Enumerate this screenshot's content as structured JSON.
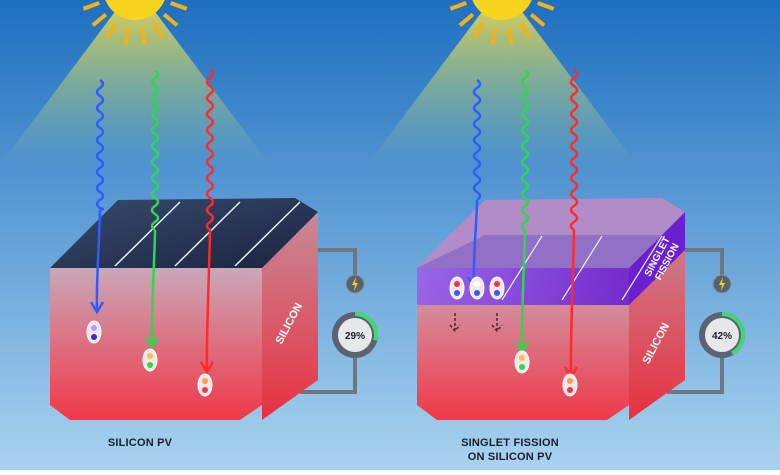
{
  "panels": [
    {
      "caption_line1": "SILICON PV",
      "caption_line2": "",
      "block_label": "SILICON",
      "efficiency": "29%",
      "efficiency_fraction": 0.29,
      "has_fission_layer": false
    },
    {
      "caption_line1": "SINGLET FISSION",
      "caption_line2": "ON SILICON PV",
      "block_label": "SILICON",
      "layer_label_line1": "SINGLET",
      "layer_label_line2": "FISSION",
      "efficiency": "42%",
      "efficiency_fraction": 0.42,
      "has_fission_layer": true
    }
  ],
  "icons": [
    "sun-icon",
    "lightning-icon",
    "electron-pair-icon",
    "arrow-down-icon"
  ],
  "colors": {
    "sky_top": "#1e6fc0",
    "sky_bottom": "#a9d3ef",
    "silicon": "#e8485a",
    "fission": "#7b2fe0",
    "blue_light": "#2f5cff",
    "green_light": "#2bd94a",
    "red_light": "#ff2a2a",
    "gauge_fill": "#3ddc6a"
  }
}
